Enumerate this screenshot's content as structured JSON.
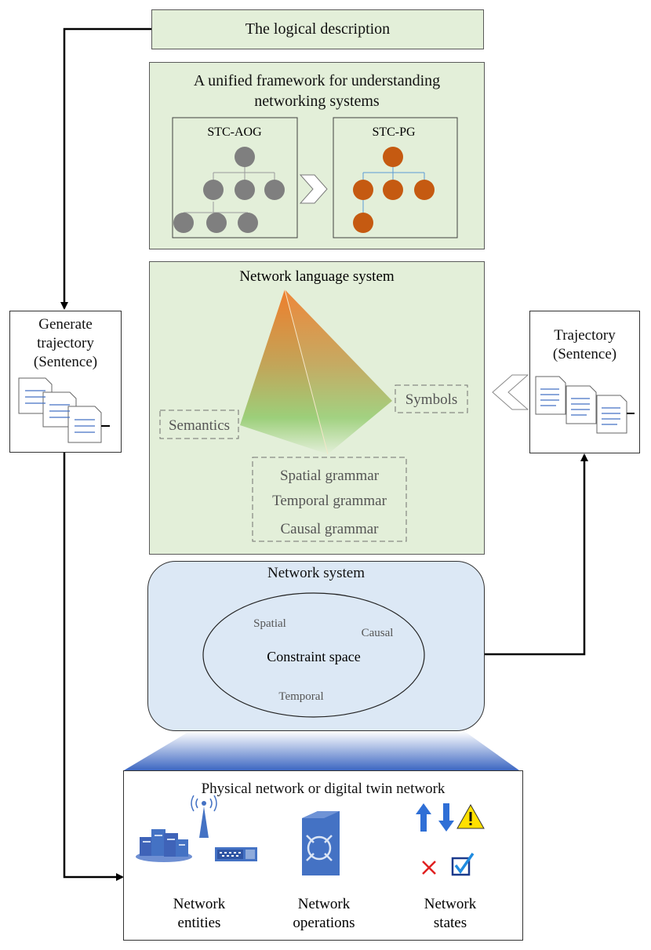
{
  "logical": {
    "label": "The logical description"
  },
  "framework": {
    "title_line1": "A unified framework for understanding",
    "title_line2": "networking systems",
    "left_label": "STC-AOG",
    "right_label": "STC-PG"
  },
  "language": {
    "title": "Network language system",
    "semantics": "Semantics",
    "symbols": "Symbols",
    "grammar_spatial": "Spatial grammar",
    "grammar_temporal": "Temporal grammar",
    "grammar_causal": "Causal grammar"
  },
  "network_system": {
    "title": "Network system",
    "constraint": "Constraint space",
    "spatial": "Spatial",
    "causal": "Causal",
    "temporal": "Temporal"
  },
  "generate": {
    "line1": "Generate",
    "line2": "trajectory",
    "line3": "(Sentence)"
  },
  "trajectory": {
    "line1": "Trajectory",
    "line2": "(Sentence)"
  },
  "physical": {
    "title": "Physical network or digital twin network",
    "entities_l1": "Network",
    "entities_l2": "entities",
    "operations_l1": "Network",
    "operations_l2": "operations",
    "states_l1": "Network",
    "states_l2": "states"
  },
  "colors": {
    "green_fill": "#e3efd9",
    "blue_fill": "#dce8f5",
    "node_gray": "#7f7f7f",
    "node_orange": "#c55a11",
    "icon_blue": "#4472c4"
  }
}
